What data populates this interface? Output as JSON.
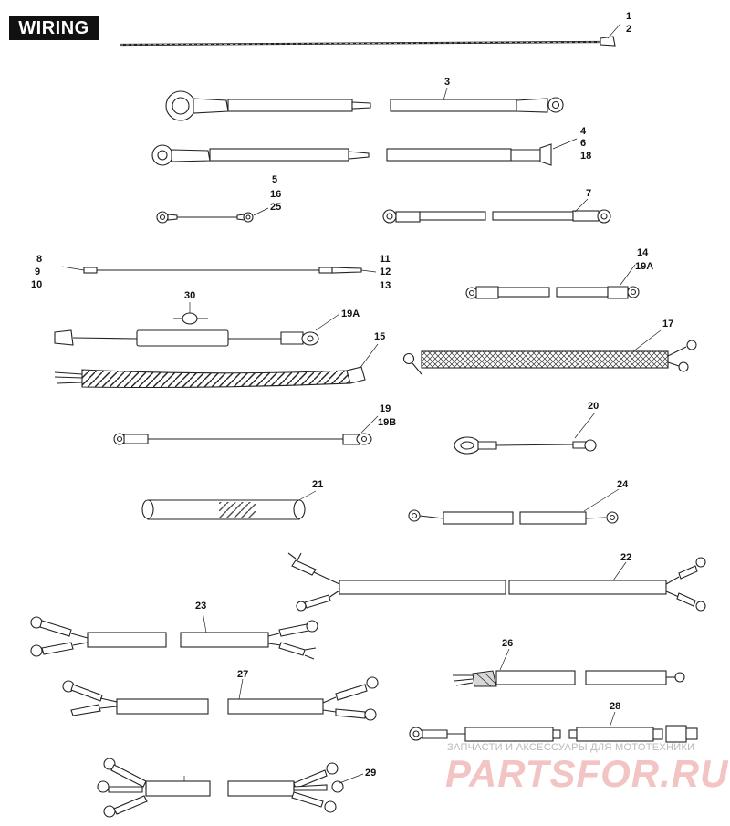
{
  "title": "WIRING",
  "watermark": {
    "line1": "ЗАПЧАСТИ И АКСЕССУАРЫ ДЛЯ МОТОТЕХНИКИ",
    "line2": "PARTSFOR.RU"
  },
  "labels": {
    "l1": "1",
    "l2": "2",
    "l3": "3",
    "l4": "4",
    "l6": "6",
    "l18": "18",
    "l5": "5",
    "l16": "16",
    "l25": "25",
    "l7": "7",
    "l8": "8",
    "l9": "9",
    "l10": "10",
    "l11": "11",
    "l12": "12",
    "l13": "13",
    "l14": "14",
    "l19A_a": "19A",
    "l30": "30",
    "l19A_b": "19A",
    "l15": "15",
    "l17": "17",
    "l19": "19",
    "l19B": "19B",
    "l20": "20",
    "l21": "21",
    "l24": "24",
    "l22": "22",
    "l23": "23",
    "l26": "26",
    "l27": "27",
    "l28": "28",
    "l29": "29"
  }
}
